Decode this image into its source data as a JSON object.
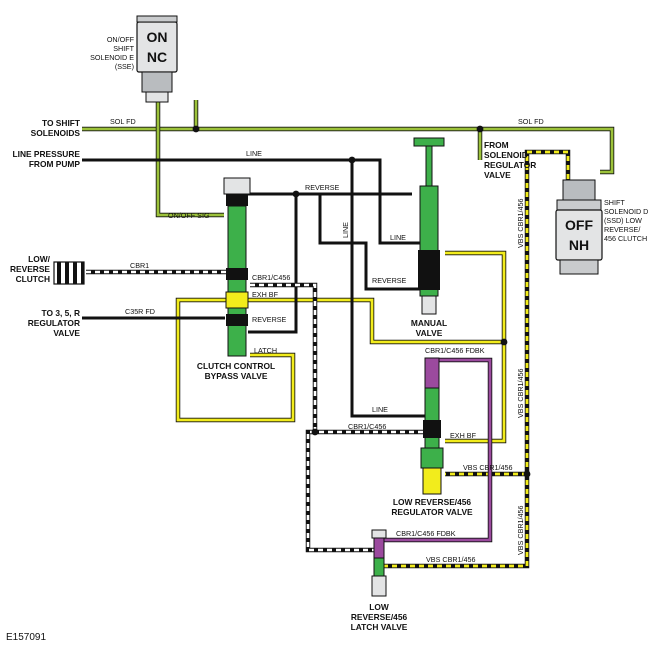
{
  "colors": {
    "line": "#111111",
    "sol_fd": "#9cc23a",
    "yellow": "#f2ec1c",
    "purple": "#9b4a9e",
    "valve_green": "#3db04a",
    "gray": "#b9bcbf"
  },
  "labels": {
    "ssd_top": "ON/OFF",
    "ssd_mid": "SHIFT",
    "ssd_l3": "SOLENOID E",
    "ssd_l4": "(SSE)",
    "on": "ON",
    "nc": "NC",
    "off": "OFF",
    "nh": "NH",
    "to_shift_1": "TO SHIFT",
    "to_shift_2": "SOLENOIDS",
    "sol_fd_left": "SOL FD",
    "sol_fd_right": "SOL FD",
    "line_press_1": "LINE PRESSURE",
    "line_press_2": "FROM PUMP",
    "line_top": "LINE",
    "from_sol_1": "FROM",
    "from_sol_2": "SOLENOID",
    "from_sol_3": "REGULATOR",
    "from_sol_4": "VALVE",
    "reverse_top": "REVERSE",
    "on_off_sig": "ON/OFF SIG",
    "line_vertical": "LINE",
    "line_manual": "LINE",
    "reverse_manual": "REVERSE",
    "vbs_right_top": "VBS CBR1/456",
    "ssd_d_1": "SHIFT",
    "ssd_d_2": "SOLENOID D",
    "ssd_d_3": "(SSD) LOW",
    "ssd_d_4": "REVERSE/",
    "ssd_d_5": "456 CLUTCH",
    "low_rev_1": "LOW/",
    "low_rev_2": "REVERSE",
    "low_rev_3": "CLUTCH",
    "cbr1": "CBR1",
    "cbr1_c456": "CBR1/C456",
    "exh_bf": "EXH BF",
    "to_3_1": "TO 3, 5, R",
    "to_3_2": "REGULATOR",
    "to_3_3": "VALVE",
    "c35r_fd": "C35R FD",
    "reverse_bypass": "REVERSE",
    "latch": "LATCH",
    "ccbv_1": "CLUTCH CONTROL",
    "ccbv_2": "BYPASS VALVE",
    "manual_1": "MANUAL",
    "manual_2": "VALVE",
    "cbr1_c456_fdbk_top": "CBR1/C456 FDBK",
    "vbs_right_mid": "VBS CBR1/456",
    "line_reg": "LINE",
    "cbr1_c456_reg": "CBR1/C456",
    "exh_bf_reg": "EXH BF",
    "vbs_cbr1_456_reg": "VBS CBR1/456",
    "lr456_1": "LOW REVERSE/456",
    "lr456_2": "REGULATOR VALVE",
    "vbs_right_low": "VBS CBR1/456",
    "cbr1_c456_fdbk_bot": "CBR1/C456 FDBK",
    "vbs_bottom": "VBS CBR1/456",
    "latch_valve_1": "LOW",
    "latch_valve_2": "REVERSE/456",
    "latch_valve_3": "LATCH VALVE",
    "code": "E157091"
  }
}
